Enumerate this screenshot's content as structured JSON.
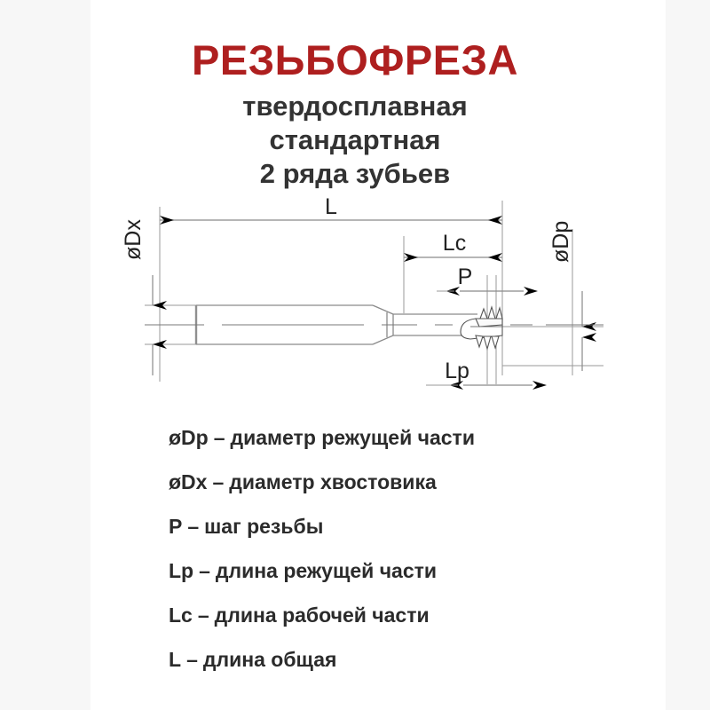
{
  "title": {
    "main": "РЕЗЬБОФРЕЗА",
    "main_color": "#ae1f1f",
    "subtitle_1": "твердосплавная",
    "subtitle_2": "стандартная",
    "subtitle_3": "2 ряда зубьев",
    "subtitle_color": "#333333"
  },
  "drawing": {
    "dimensions": {
      "overall_length": "L",
      "working_length": "Lc",
      "pitch": "P",
      "cutting_length": "Lp",
      "shank_diameter": "øDx",
      "cutting_diameter": "øDp"
    },
    "line_color": "#8a8a8a",
    "arrow_color": "#000000",
    "label_color": "#222222"
  },
  "legend": {
    "items": [
      {
        "symbol": "øDp",
        "dash": "–",
        "description": "диаметр режущей части"
      },
      {
        "symbol": "øDx",
        "dash": "–",
        "description": "диаметр хвостовика"
      },
      {
        "symbol": "P",
        "dash": "–",
        "description": "шаг резьбы"
      },
      {
        "symbol": "Lp",
        "dash": "–",
        "description": "длина режущей части"
      },
      {
        "symbol": "Lc",
        "dash": "–",
        "description": "длина рабочей части"
      },
      {
        "symbol": "L",
        "dash": "–",
        "description": "длина общая"
      }
    ]
  }
}
